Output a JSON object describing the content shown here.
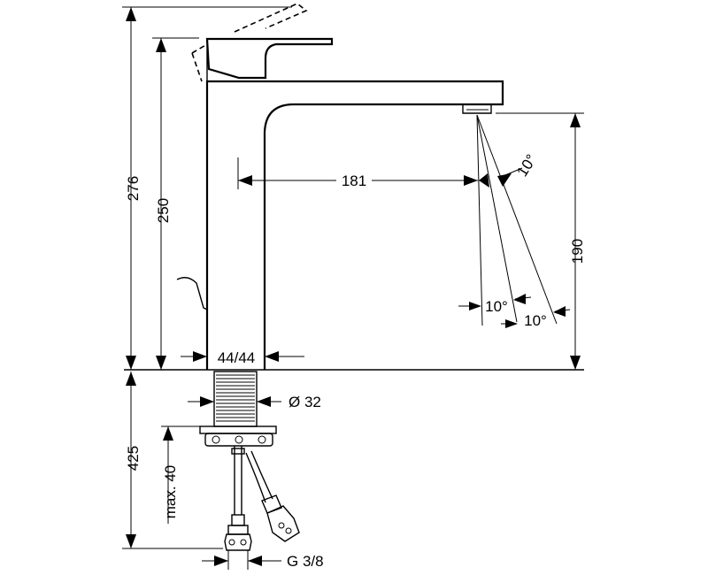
{
  "dimensions": {
    "total_height": "276",
    "body_height": "250",
    "spout_reach": "181",
    "spout_height": "190",
    "angle_top": "10°",
    "angle_bottom_left": "10°",
    "angle_bottom_right": "10°",
    "body_section": "44/44",
    "shank_diameter": "Ø 32",
    "below_deck_length": "425",
    "max_deck_thickness": "max. 40",
    "connection_thread": "G 3/8"
  }
}
